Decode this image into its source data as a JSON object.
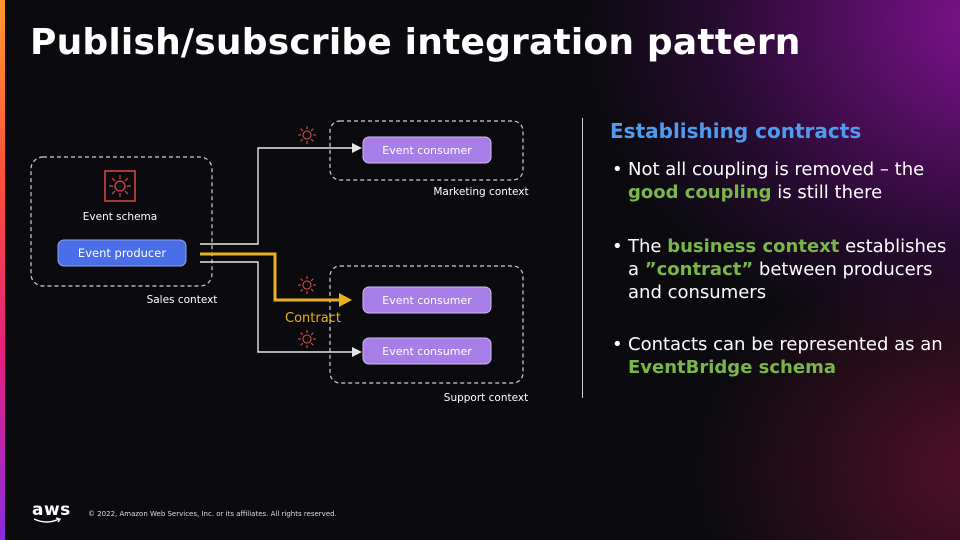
{
  "slide": {
    "title": "Publish/subscribe integration pattern"
  },
  "diagram": {
    "event_schema_label": "Event schema",
    "producer_label": "Event producer",
    "sales_context_label": "Sales context",
    "marketing_consumer_label": "Event consumer",
    "marketing_context_label": "Marketing context",
    "support_consumer_1_label": "Event consumer",
    "support_consumer_2_label": "Event consumer",
    "support_context_label": "Support context",
    "contract_label": "Contract",
    "colors": {
      "accent_purple": "#a77de8",
      "producer_blue": "#4a6ee8",
      "contract_gold": "#e8b21f",
      "schema_icon": "#d94a4a",
      "event_icon": "#d94a4a"
    }
  },
  "bullets": {
    "title": "Establishing contracts",
    "items": [
      {
        "before": "Not all coupling is removed – the ",
        "highlight": "good coupling",
        "after": " is still there"
      },
      {
        "before": "The ",
        "highlight": "business context",
        "mid": " establishes a ",
        "highlight2": "”contract”",
        "after": " between producers and consumers"
      },
      {
        "before": "Contacts can be represented as an  ",
        "highlight": "EventBridge schema",
        "after": ""
      }
    ]
  },
  "footer": {
    "logo_text": "aws",
    "copyright": "© 2022, Amazon Web Services, Inc. or its affiliates. All rights reserved."
  }
}
